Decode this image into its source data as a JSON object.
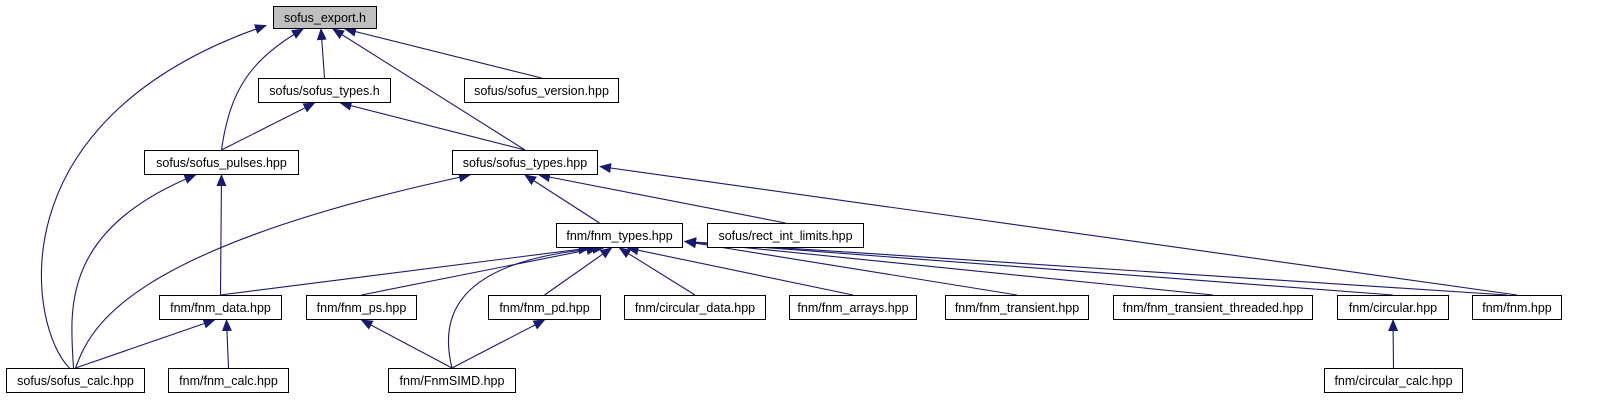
{
  "diagram": {
    "colors": {
      "edge": "#191970",
      "root_fill": "#bfbfbf",
      "node_fill": "#ffffff",
      "border": "#000000"
    },
    "nodes": {
      "export": "sofus_export.h",
      "types_h": "sofus/sofus_types.h",
      "version": "sofus/sofus_version.hpp",
      "pulses": "sofus/sofus_pulses.hpp",
      "types_hpp": "sofus/sofus_types.hpp",
      "fnm_types": "fnm/fnm_types.hpp",
      "rect": "sofus/rect_int_limits.hpp",
      "fnm_data": "fnm/fnm_data.hpp",
      "fnm_ps": "fnm/fnm_ps.hpp",
      "fnm_pd": "fnm/fnm_pd.hpp",
      "circ_data": "fnm/circular_data.hpp",
      "fnm_arrays": "fnm/fnm_arrays.hpp",
      "fnm_trans": "fnm/fnm_transient.hpp",
      "fnm_trans_thr": "fnm/fnm_transient_threaded.hpp",
      "circular": "fnm/circular.hpp",
      "fnm": "fnm/fnm.hpp",
      "sofus_calc": "sofus/sofus_calc.hpp",
      "fnm_calc": "fnm/fnm_calc.hpp",
      "simd": "fnm/FnmSIMD.hpp",
      "circ_calc": "fnm/circular_calc.hpp"
    },
    "edges": [
      {
        "from": "types_h",
        "to": "export"
      },
      {
        "from": "version",
        "to": "export"
      },
      {
        "from": "pulses",
        "to": "export"
      },
      {
        "from": "types_hpp",
        "to": "export"
      },
      {
        "from": "sofus_calc",
        "to": "export"
      },
      {
        "from": "pulses",
        "to": "types_h"
      },
      {
        "from": "types_hpp",
        "to": "types_h"
      },
      {
        "from": "sofus_calc",
        "to": "pulses"
      },
      {
        "from": "fnm_data",
        "to": "pulses"
      },
      {
        "from": "sofus_calc",
        "to": "types_hpp"
      },
      {
        "from": "fnm_types",
        "to": "types_hpp"
      },
      {
        "from": "rect",
        "to": "types_hpp"
      },
      {
        "from": "fnm",
        "to": "types_hpp"
      },
      {
        "from": "fnm_data",
        "to": "fnm_types"
      },
      {
        "from": "fnm_ps",
        "to": "fnm_types"
      },
      {
        "from": "simd",
        "to": "fnm_types"
      },
      {
        "from": "fnm_pd",
        "to": "fnm_types"
      },
      {
        "from": "circ_data",
        "to": "fnm_types"
      },
      {
        "from": "fnm_arrays",
        "to": "fnm_types"
      },
      {
        "from": "fnm_trans",
        "to": "fnm_types"
      },
      {
        "from": "fnm_trans_thr",
        "to": "fnm_types"
      },
      {
        "from": "circular",
        "to": "fnm_types"
      },
      {
        "from": "fnm",
        "to": "fnm_types"
      },
      {
        "from": "sofus_calc",
        "to": "fnm_data"
      },
      {
        "from": "fnm_calc",
        "to": "fnm_data"
      },
      {
        "from": "simd",
        "to": "fnm_ps"
      },
      {
        "from": "simd",
        "to": "fnm_pd"
      },
      {
        "from": "circ_calc",
        "to": "circular"
      }
    ]
  }
}
